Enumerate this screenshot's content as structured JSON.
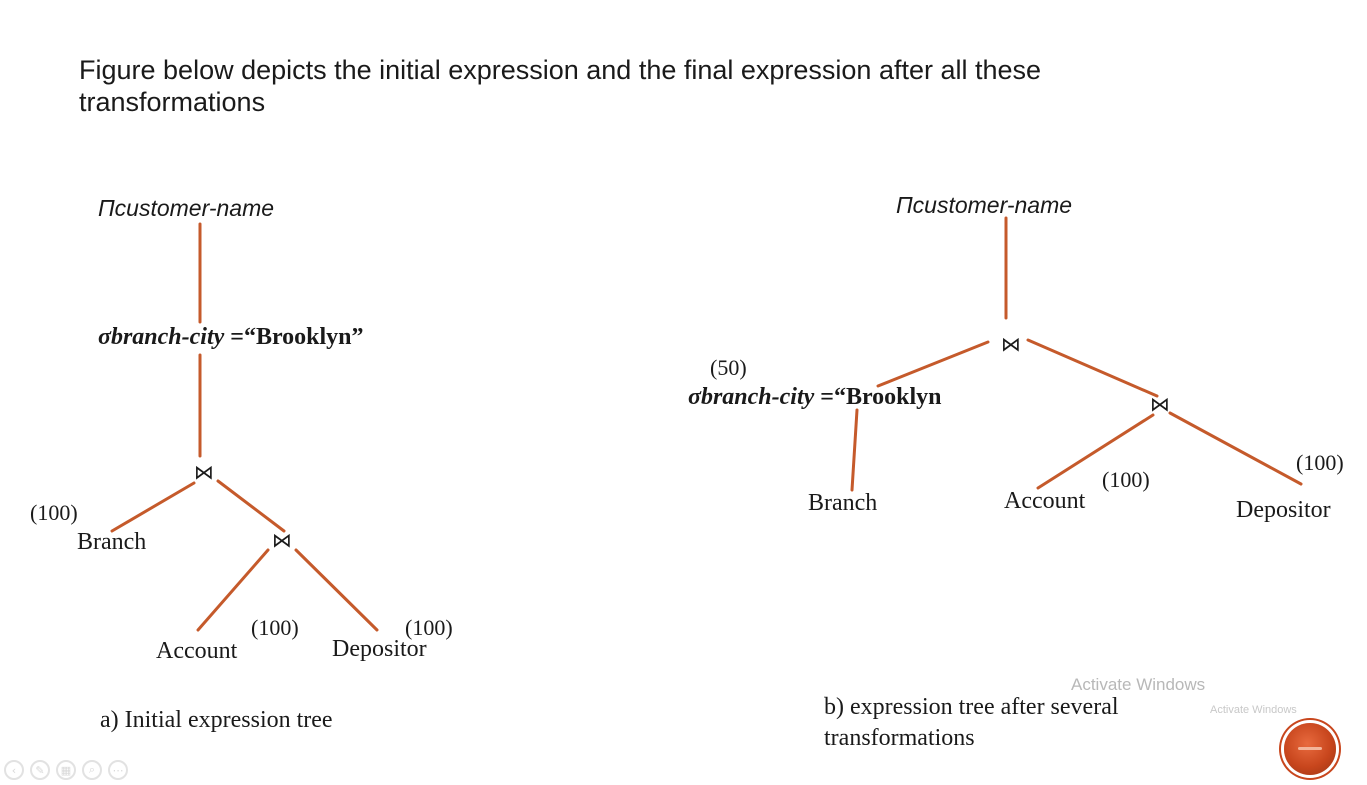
{
  "heading": {
    "line1": "Figure below depicts the initial expression and the final expression after all these",
    "line2": "transformations"
  },
  "tree_a": {
    "projection": "Πcustomer-name",
    "selection_sigma": "σ",
    "selection_attr": "branch-city",
    "selection_rest": " =“Brooklyn”",
    "join_top": "⋈",
    "join_inner": "⋈",
    "branch": "Branch",
    "branch_count": "(100)",
    "account": "Account",
    "account_count": "(100)",
    "depositor": "Depositor",
    "depositor_count": "(100)",
    "caption": "a) Initial expression tree"
  },
  "tree_b": {
    "projection": "Πcustomer-name",
    "join_top": "⋈",
    "join_inner": "⋈",
    "selection_count": "(50)",
    "selection_sigma": "σ",
    "selection_attr": "branch-city",
    "selection_rest": " =“Brooklyn",
    "branch": "Branch",
    "account": "Account",
    "account_count": "(100)",
    "depositor": "Depositor",
    "depositor_count": "(100)",
    "caption_line1": "b) expression tree after several",
    "caption_line2": "transformations"
  },
  "watermark": {
    "title": "Activate Windows",
    "sub": "Activate Windows"
  },
  "colors": {
    "edge": "#c55a2b",
    "text": "#1a1a1a",
    "orb": "#c8461d"
  },
  "icons": [
    "previous-icon",
    "pen-icon",
    "slides-icon",
    "zoom-icon",
    "more-icon",
    "record-icon"
  ]
}
